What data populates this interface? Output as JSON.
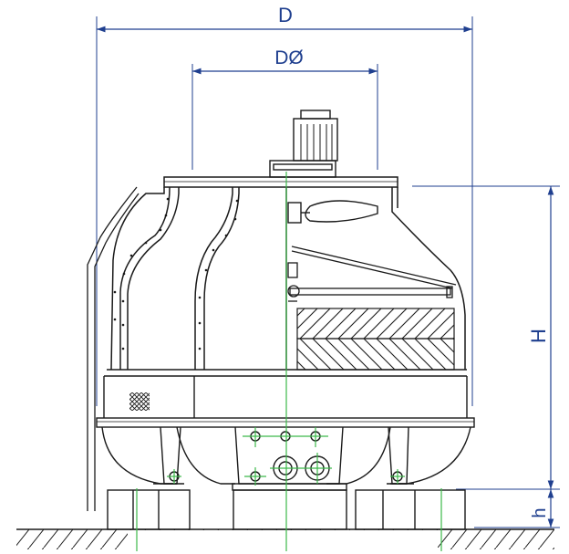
{
  "labels": {
    "overall_diameter": "D",
    "fan_diameter": "DØ",
    "height": "H",
    "base_height": "h"
  },
  "colors": {
    "dimension": "#1f3f8f",
    "centerline": "#3cb94a",
    "outline": "#1a1a1a",
    "background": "#ffffff"
  }
}
